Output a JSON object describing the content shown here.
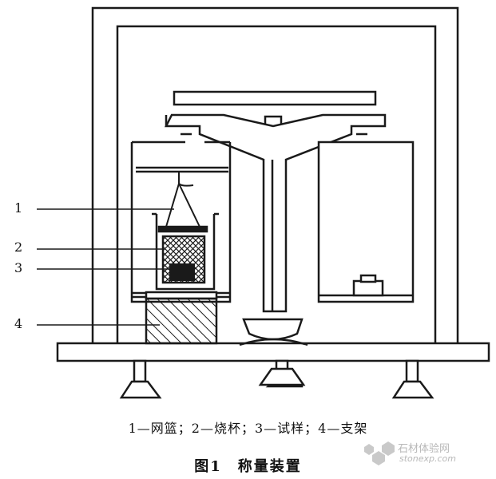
{
  "labels": {
    "l1": "1",
    "l2": "2",
    "l3": "3",
    "l4": "4"
  },
  "caption": "1—网篮；2—烧杯；3—试样；4—支架",
  "title": "图1　称量装置",
  "watermark": {
    "cn": "石材体验网",
    "url": "stonexp.com"
  },
  "colors": {
    "stroke": "#1a1a1a",
    "watermark": "#b8b8b8"
  }
}
